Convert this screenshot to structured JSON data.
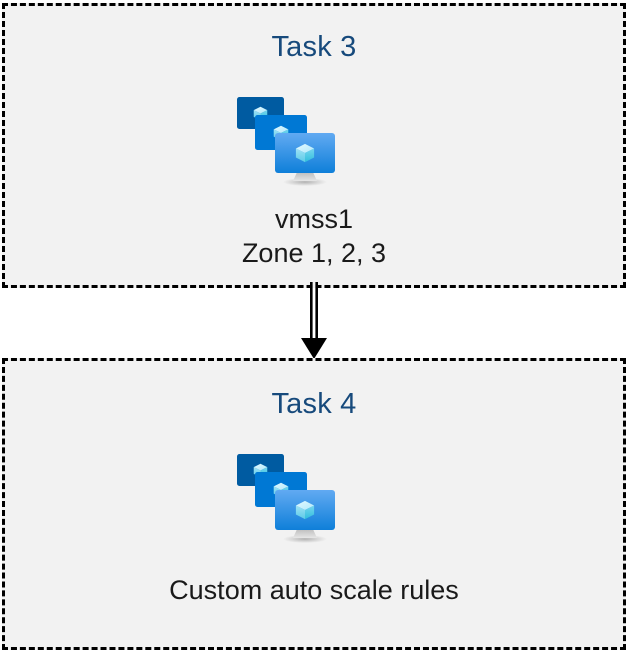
{
  "diagram": {
    "type": "flow-diagram",
    "background_color": "#ffffff",
    "box_fill_color": "#f2f2f2",
    "box_border_color": "#000000",
    "box_border_style": "dashed",
    "title_color": "#174a7c",
    "caption_color": "#1a1a1a",
    "arrow_color": "#000000",
    "nodes": [
      {
        "id": "task-3",
        "title": "Task 3",
        "icon": "azure-virtual-machine-scale-set-icon",
        "caption_lines": [
          "vmss1",
          "Zone 1, 2, 3"
        ],
        "caption": "vmss1\nZone 1, 2, 3"
      },
      {
        "id": "task-4",
        "title": "Task 4",
        "icon": "azure-virtual-machine-scale-set-icon",
        "caption_lines": [
          "Custom auto scale rules"
        ],
        "caption": "Custom auto scale rules"
      }
    ],
    "connector": {
      "from": "task-3",
      "to": "task-4",
      "style": "double-line-arrow",
      "direction": "down",
      "label": ""
    }
  },
  "task3": {
    "title": "Task 3",
    "line1": "vmss1",
    "line2": "Zone 1, 2, 3",
    "icon_name": "azure-vmss-icon"
  },
  "task4": {
    "title": "Task 4",
    "line1": "Custom auto scale rules",
    "icon_name": "azure-vmss-icon"
  },
  "connector": {
    "name": "flow-arrow-down",
    "color": "#000000"
  },
  "icon_colors": {
    "back_monitor": "#005ba1",
    "mid_monitor": "#0078d4",
    "front_monitor_top": "#50a6ed",
    "front_monitor_bottom": "#0f7fd9",
    "cube_light": "#c3f1ff",
    "cube_mid": "#9bdff5",
    "cube_dark": "#32bedd",
    "stand": "#9e9e9e"
  }
}
